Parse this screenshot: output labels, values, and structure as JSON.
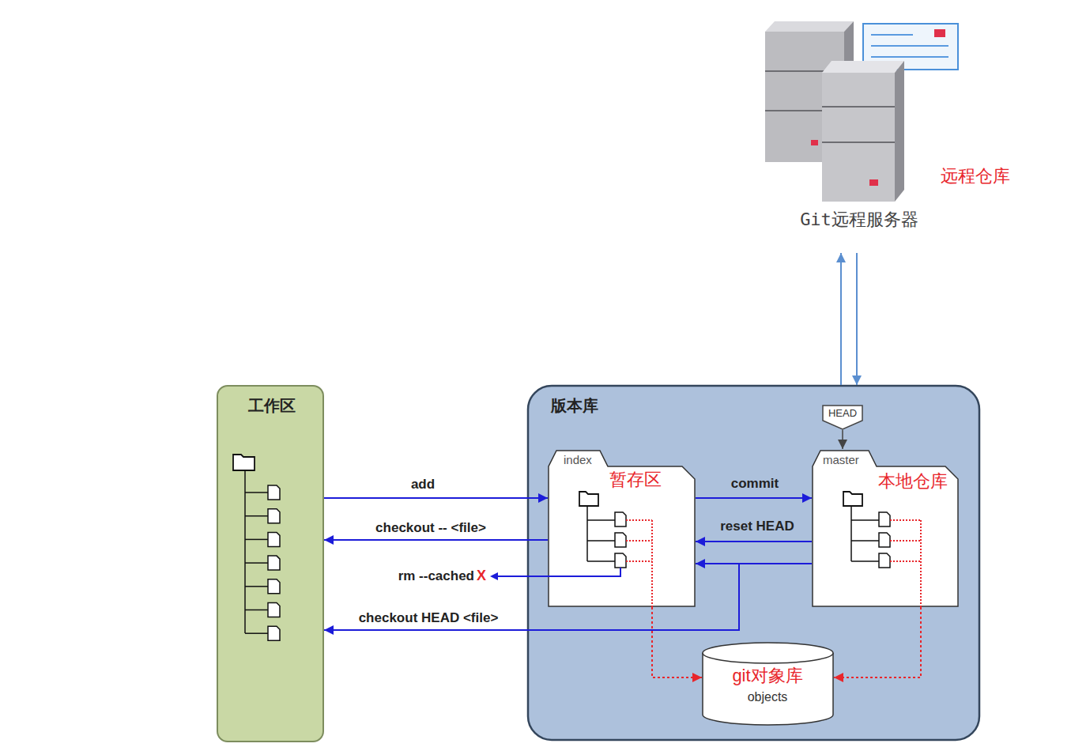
{
  "diagram": {
    "nodes": [
      {
        "text": [
          "远程仓库",
          "Git远程服务器"
        ]
      },
      {
        "text": [
          "工作区"
        ]
      },
      {
        "text": [
          "版本库"
        ]
      },
      {
        "text": [
          "HEAD"
        ],
        "in": 2
      },
      {
        "text": [
          "index",
          "暂存区"
        ],
        "in": 2
      },
      {
        "text": [
          "master",
          "本地仓库"
        ],
        "in": 2
      },
      {
        "text": [
          "git对象库",
          "objects"
        ],
        "in": 2
      }
    ],
    "edges": [
      {
        "from": 1,
        "to": 4,
        "arrow": "to",
        "label": "add"
      },
      {
        "from": 4,
        "to": 1,
        "arrow": "to",
        "label": "checkout -- <file>"
      },
      {
        "from": 4,
        "to": 5,
        "arrow": "to",
        "label": "commit"
      },
      {
        "from": 5,
        "to": 4,
        "arrow": "to",
        "label": "reset HEAD"
      },
      {
        "from": 5,
        "to": 4,
        "arrow": "to"
      },
      {
        "from": 5,
        "to": 1,
        "arrow": "to",
        "label": "checkout HEAD <file>"
      },
      {
        "from": 4,
        "to": 6,
        "arrow": "to"
      },
      {
        "from": 5,
        "to": 6,
        "arrow": "to"
      },
      {
        "from": 3,
        "to": 5,
        "arrow": "to"
      },
      {
        "from": 2,
        "to": 0,
        "arrow": "to"
      },
      {
        "from": 0,
        "to": 2,
        "arrow": "to"
      }
    ],
    "labels": [
      "rm --cached",
      "X"
    ]
  }
}
